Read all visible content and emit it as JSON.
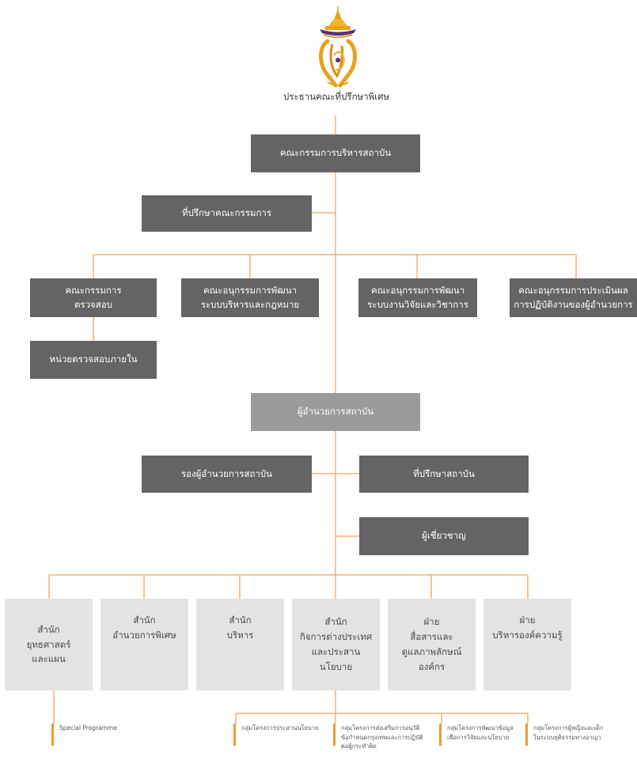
{
  "colors": {
    "line": "#f2a35c",
    "box_dark": "#666366",
    "box_mid": "#9c9a9b",
    "box_light": "#e3e3e3",
    "leaf_accent": "#f29b2e",
    "emblem_gold": "#e7a11b",
    "emblem_purple": "#5b2d82"
  },
  "emblem": {
    "icon": "royal-monogram-emblem"
  },
  "top_caption": "ประธานคณะที่ปรึกษาพิเศษ",
  "level1": {
    "board": "คณะกรรมการบริหารสถาบัน",
    "board_advisors": "ที่ปรึกษาคณะกรรมการ"
  },
  "committees": [
    "คณะกรรมการ\nตรวจสอบ",
    "คณะอนุกรรมการพัฒนา\nระบบบริหารและกฎหมาย",
    "คณะอนุกรรมการพัฒนา\nระบบงานวิจัยและวิชาการ",
    "คณะอนุกรรมการประเมินผล\nการปฏิบัติงานของผู้อำนวยการ"
  ],
  "internal_audit": "หน่วยตรวจสอบภายใน",
  "director": "ผู้อำนวยการสถาบัน",
  "deputy_director": "รองผู้อำนวยการสถาบัน",
  "institute_advisors": "ที่ปรึกษาสถาบัน",
  "experts": "ผู้เชี่ยวชาญ",
  "offices": [
    "สำนัก\nยุทธศาสตร์\nและแผน",
    "สำนัก\nอำนวยการพิเศษ",
    "สำนัก\nบริหาร",
    "สำนัก\nกิจการต่างประเทศ\nและประสาน\nนโยบาย",
    "ฝ่าย\nสื่อสารและ\nดูแลภาพลักษณ์\nองค์กร",
    "ฝ่าย\nบริหารองค์ความรู้"
  ],
  "leaves": {
    "special_programme": "Special Programme",
    "groups": [
      "กลุ่มโครงการประสานนโยบาย",
      "กลุ่มโครงการส่งเสริมการอนุวัติ\nข้อกำหนดกรุงเทพและการปฏิบัติ\nต่อผู้กระทำผิด",
      "กลุ่มโครงการพัฒนาข้อมูล\nเพื่อการวิจัยและนโยบาย",
      "กลุ่มโครงการผู้หญิงและเด็ก\nในระบบยุติธรรมทางอาญา"
    ]
  }
}
